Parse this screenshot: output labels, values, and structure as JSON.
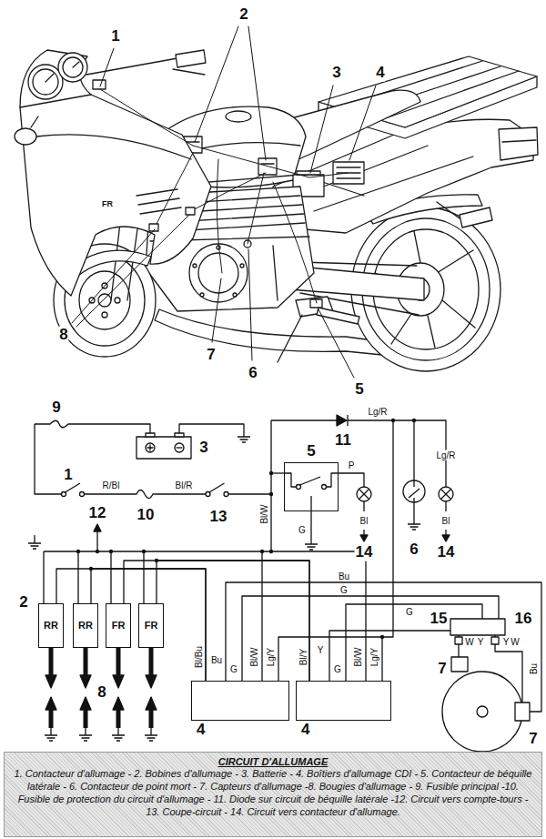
{
  "diagram": {
    "title": "CIRCUIT D'ALLUMAGE",
    "caption": "1. Contacteur d'allumage - 2. Bobines d'allumage - 3. Batterie - 4. Boîtiers d'allumage CDI - 5. Contacteur de béquille latérale - 6. Contacteur de point mort - 7. Capteurs d'allumage -8. Bougies d'allumage - 9. Fusible principal -10. Fusible de protection du circuit d'allumage - 11. Diode sur circuit de béquille latérale -12. Circuit vers compte-tours - 13. Coupe-circuit - 14. Circuit vers contacteur d'allumage.",
    "nodes": [
      {
        "text": [
          "5"
        ]
      },
      {
        "text": [
          "RR"
        ]
      },
      {
        "text": [
          "RR"
        ]
      },
      {
        "text": [
          "FR"
        ]
      },
      {
        "text": [
          "FR"
        ]
      },
      {
        "text": [
          "4"
        ]
      },
      {
        "text": [
          "4"
        ]
      }
    ],
    "edges": [
      {
        "from": 5,
        "to": 1,
        "arrow": "none"
      },
      {
        "from": 5,
        "to": 2,
        "arrow": "none"
      },
      {
        "from": 6,
        "to": 3,
        "arrow": "none"
      },
      {
        "from": 6,
        "to": 4,
        "arrow": "none"
      }
    ],
    "labels": [
      "1",
      "2",
      "3",
      "4",
      "FR",
      "8",
      "7",
      "6",
      "5",
      "9",
      "3",
      "1",
      "R/Bl",
      "10",
      "Bl/R",
      "13",
      "Bl/W",
      "11",
      "Lg/R",
      "Lg/R",
      "P",
      "G",
      "Bl",
      "14",
      "6",
      "Bl",
      "14",
      "12",
      "2",
      "8",
      "Bu",
      "G",
      "G",
      "Bl/Bu",
      "Bu",
      "G",
      "Bl/W",
      "Lg/Y",
      "Bl/Y",
      "Y",
      "G",
      "Bl/W",
      "Lg/Y",
      "15",
      "16",
      "W",
      "Y",
      "Y",
      "W",
      "Bu",
      "7",
      "7"
    ]
  }
}
